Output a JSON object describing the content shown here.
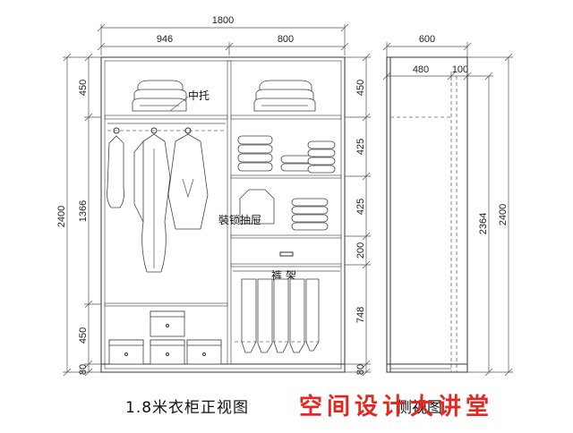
{
  "front_view": {
    "dims": {
      "total_width": "1800",
      "left_width": "946",
      "right_width": "800",
      "total_height": "2400",
      "hanging_height": "1366",
      "left_top": "450",
      "left_bottom": "450",
      "left_base": "80",
      "right_top": "450",
      "right_shelf_1": "425",
      "right_shelf_2": "425",
      "right_drawer": "200",
      "right_pants": "748",
      "right_base": "80"
    },
    "labels": {
      "middle_shelf": "中托",
      "drawer": "裝锁抽屉",
      "pants_rack": "裤 架"
    },
    "caption": "1.8米衣柜正视图"
  },
  "side_view": {
    "dims": {
      "depth": "600",
      "inner_depth": "480",
      "door_depth": "100",
      "inner_height": "2364",
      "total_height": "2400"
    },
    "caption": "侧视图"
  },
  "watermark": {
    "text": "空间设计大讲堂",
    "color": "#e5281f"
  }
}
